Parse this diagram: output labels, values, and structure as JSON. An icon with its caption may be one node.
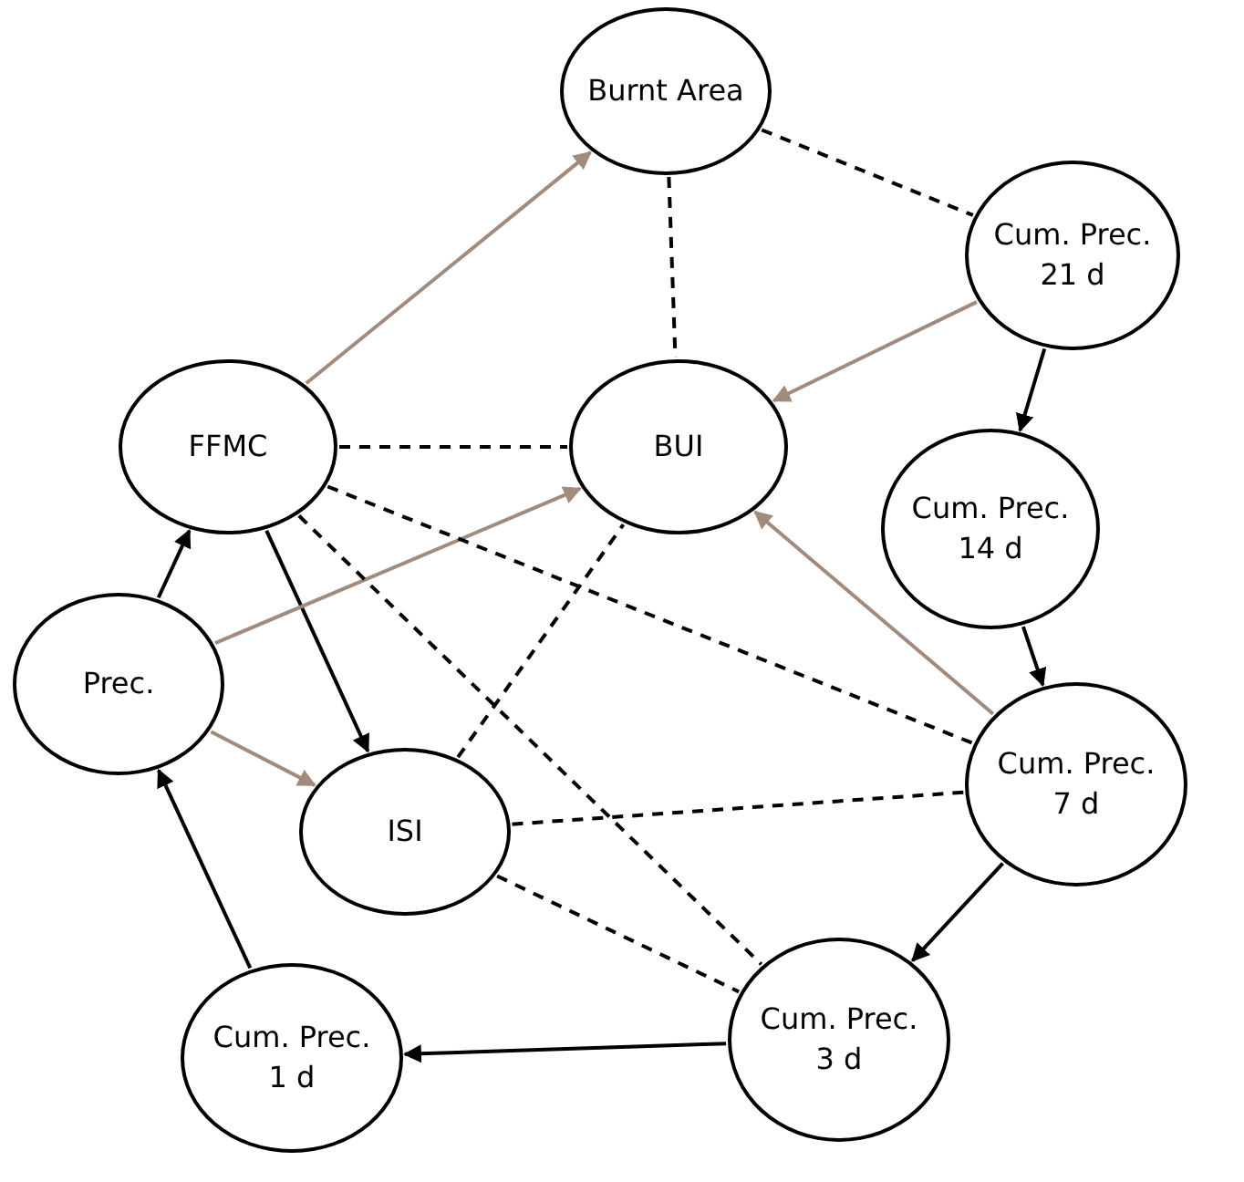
{
  "diagram": {
    "nodes": [
      {
        "text": [
          "Burnt Area"
        ]
      },
      {
        "text": [
          "Cum. Prec. 21 d"
        ]
      },
      {
        "text": [
          "FFMC"
        ]
      },
      {
        "text": [
          "BUI"
        ]
      },
      {
        "text": [
          "Cum. Prec. 14 d"
        ]
      },
      {
        "text": [
          "Prec."
        ]
      },
      {
        "text": [
          "ISI"
        ]
      },
      {
        "text": [
          "Cum. Prec. 7 d"
        ]
      },
      {
        "text": [
          "Cum. Prec. 1 d"
        ]
      },
      {
        "text": [
          "Cum. Prec. 3 d"
        ]
      }
    ],
    "edges": [
      {
        "from": 2,
        "to": 0,
        "arrow": "to",
        "color": "#a08b7d"
      },
      {
        "from": 0,
        "to": 1,
        "arrow": "none",
        "style": "dashed"
      },
      {
        "from": 0,
        "to": 3,
        "arrow": "none",
        "style": "dashed"
      },
      {
        "from": 1,
        "to": 3,
        "arrow": "to",
        "color": "#a08b7d"
      },
      {
        "from": 1,
        "to": 4,
        "arrow": "to"
      },
      {
        "from": 2,
        "to": 3,
        "arrow": "none",
        "style": "dashed"
      },
      {
        "from": 2,
        "to": 6,
        "arrow": "to"
      },
      {
        "from": 5,
        "to": 2,
        "arrow": "to"
      },
      {
        "from": 5,
        "to": 3,
        "arrow": "to",
        "color": "#a08b7d"
      },
      {
        "from": 5,
        "to": 6,
        "arrow": "to",
        "color": "#a08b7d"
      },
      {
        "from": 2,
        "to": 7,
        "arrow": "none",
        "style": "dashed"
      },
      {
        "from": 2,
        "to": 9,
        "arrow": "none",
        "style": "dashed"
      },
      {
        "from": 6,
        "to": 3,
        "arrow": "none",
        "style": "dashed"
      },
      {
        "from": 6,
        "to": 7,
        "arrow": "none",
        "style": "dashed"
      },
      {
        "from": 6,
        "to": 9,
        "arrow": "none",
        "style": "dashed"
      },
      {
        "from": 7,
        "to": 3,
        "arrow": "to",
        "color": "#a08b7d"
      },
      {
        "from": 4,
        "to": 7,
        "arrow": "to"
      },
      {
        "from": 7,
        "to": 9,
        "arrow": "to"
      },
      {
        "from": 9,
        "to": 8,
        "arrow": "to"
      },
      {
        "from": 8,
        "to": 5,
        "arrow": "to"
      }
    ]
  }
}
